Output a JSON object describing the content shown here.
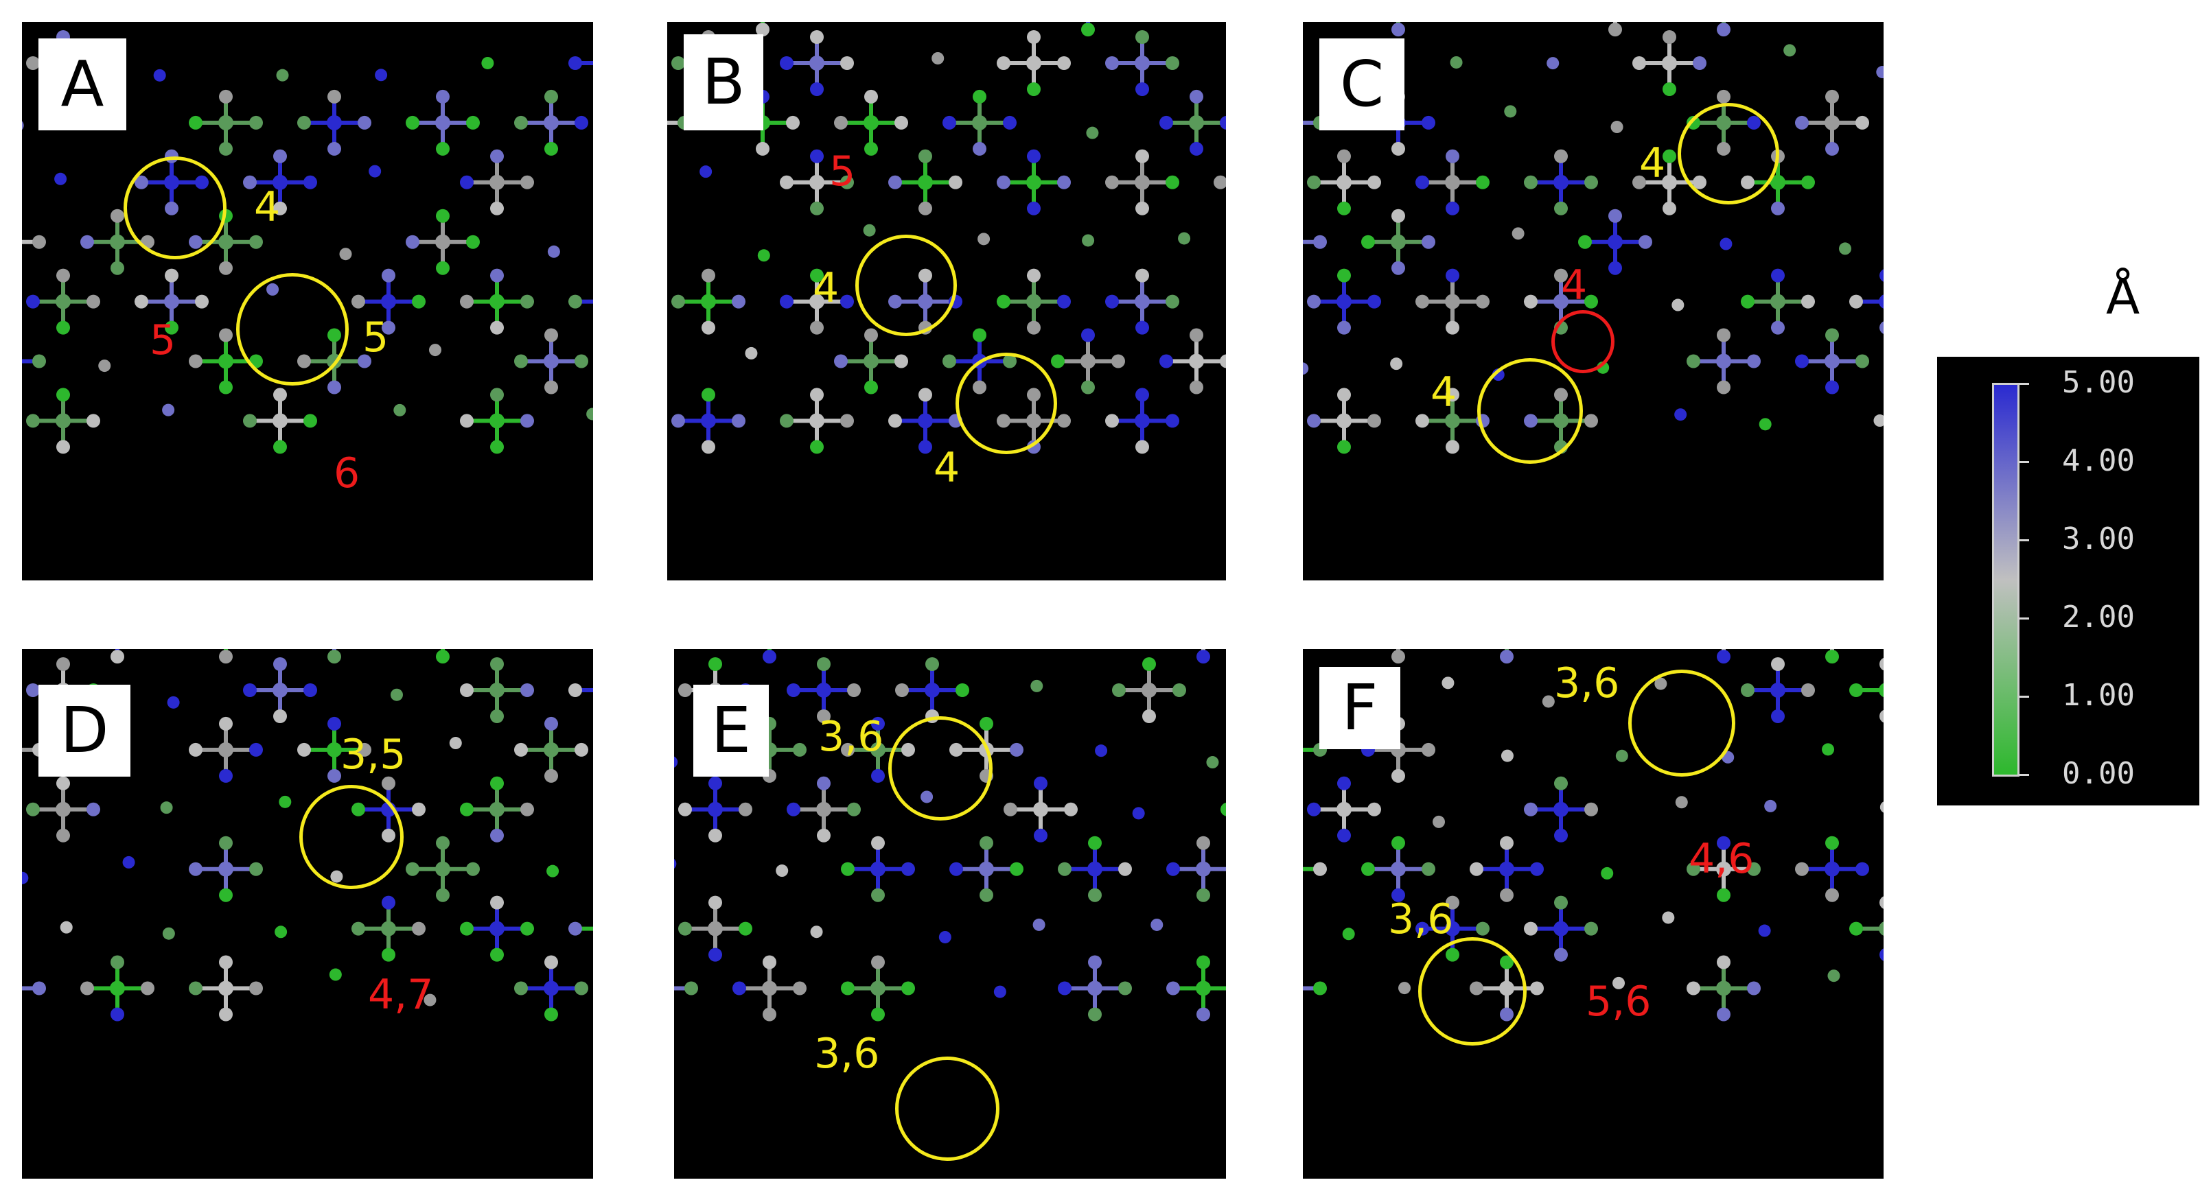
{
  "panels": [
    {
      "label": "A",
      "annotations": [
        {
          "text": "4",
          "color": "#f5ea1c"
        },
        {
          "text": "5",
          "color": "#f5ea1c"
        },
        {
          "text": "5",
          "color": "#ee1b1b"
        },
        {
          "text": "6",
          "color": "#ee1b1b"
        }
      ]
    },
    {
      "label": "B",
      "annotations": [
        {
          "text": "5",
          "color": "#ee1b1b"
        },
        {
          "text": "4",
          "color": "#f5ea1c"
        },
        {
          "text": "4",
          "color": "#f5ea1c"
        }
      ]
    },
    {
      "label": "C",
      "annotations": [
        {
          "text": "4",
          "color": "#f5ea1c"
        },
        {
          "text": "4",
          "color": "#ee1b1b"
        },
        {
          "text": "4",
          "color": "#f5ea1c"
        }
      ]
    },
    {
      "label": "D",
      "annotations": [
        {
          "text": "3,5",
          "color": "#f5ea1c"
        },
        {
          "text": "4,7",
          "color": "#ee1b1b"
        }
      ]
    },
    {
      "label": "E",
      "annotations": [
        {
          "text": "3,6",
          "color": "#f5ea1c"
        },
        {
          "text": "3,6",
          "color": "#f5ea1c"
        }
      ]
    },
    {
      "label": "F",
      "annotations": [
        {
          "text": "3,6",
          "color": "#f5ea1c"
        },
        {
          "text": "4,6",
          "color": "#ee1b1b"
        },
        {
          "text": "3,6",
          "color": "#f5ea1c"
        },
        {
          "text": "5,6",
          "color": "#ee1b1b"
        }
      ]
    }
  ],
  "colorbar": {
    "unit": "Å",
    "ticks": [
      "5.00",
      "4.00",
      "3.00",
      "2.00",
      "1.00",
      "0.00"
    ],
    "colors": {
      "high": "#2a2ad0",
      "mid": "#c0c0c0",
      "low": "#2db82d"
    }
  }
}
